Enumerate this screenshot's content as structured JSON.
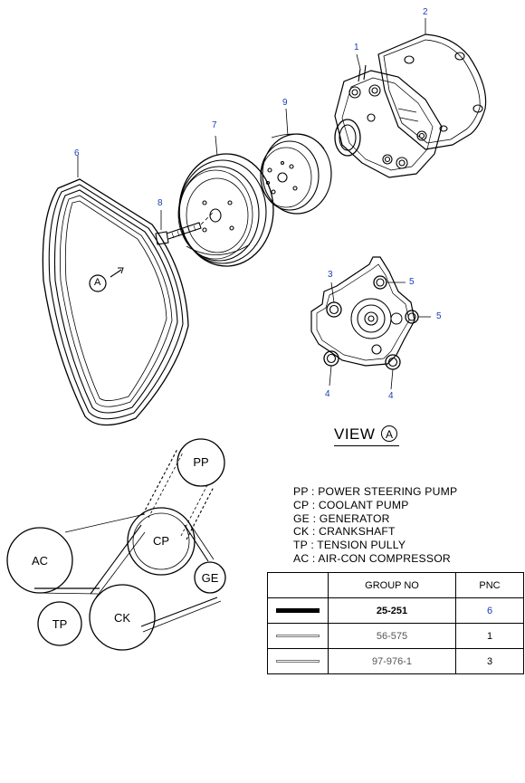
{
  "callouts": {
    "n1": "1",
    "n2": "2",
    "n3": "3",
    "n4a": "4",
    "n4b": "4",
    "n5a": "5",
    "n5b": "5",
    "n6": "6",
    "n7": "7",
    "n8": "8",
    "n9": "9"
  },
  "view": {
    "label": "VIEW",
    "letter": "A"
  },
  "arrow_marker": "A",
  "pulleys": {
    "pp": "PP",
    "cp": "CP",
    "ac": "AC",
    "ge": "GE",
    "tp": "TP",
    "ck": "CK"
  },
  "legend": [
    "PP : POWER STEERING PUMP",
    "CP : COOLANT PUMP",
    "GE : GENERATOR",
    "CK : CRANKSHAFT",
    "TP : TENSION PULLY",
    "AC : AIR-CON COMPRESSOR"
  ],
  "table": {
    "headers": [
      "",
      "GROUP NO",
      "PNC"
    ],
    "rows": [
      {
        "line_style": "solid-heavy",
        "group": "25-251",
        "pnc": "6"
      },
      {
        "line_style": "dashed",
        "group": "56-575",
        "pnc": "1"
      },
      {
        "line_style": "plain",
        "group": "97-976-1",
        "pnc": "3"
      }
    ]
  },
  "colors": {
    "callout": "#1a3db8",
    "line": "#000000"
  }
}
